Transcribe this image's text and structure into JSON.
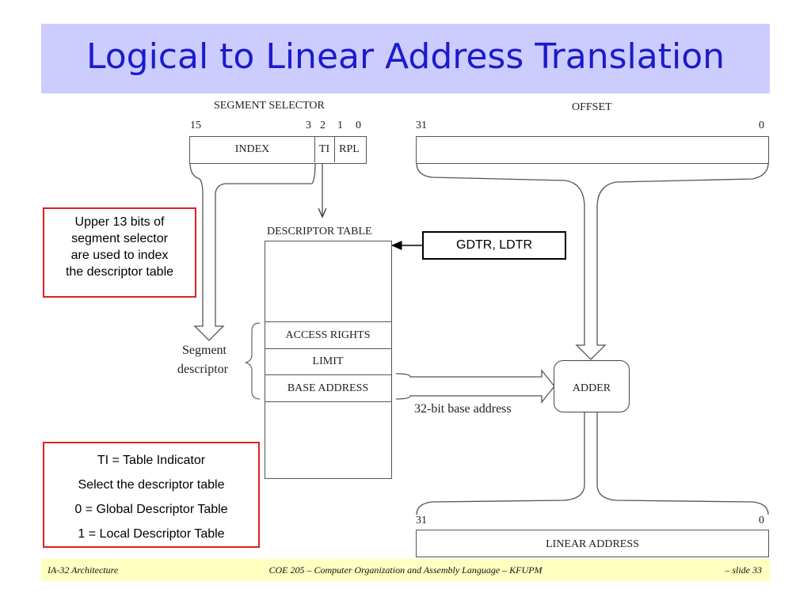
{
  "slide": {
    "title": "Logical to Linear Address Translation"
  },
  "selector": {
    "heading": "SEGMENT SELECTOR",
    "bit_15": "15",
    "bit_3": "3",
    "bit_2": "2",
    "bit_1": "1",
    "bit_0": "0",
    "index": "INDEX",
    "ti": "TI",
    "rpl": "RPL"
  },
  "offset": {
    "heading": "OFFSET",
    "bit_31": "31",
    "bit_0": "0"
  },
  "descriptor_table": {
    "heading": "DESCRIPTOR TABLE",
    "rows": [
      "ACCESS  RIGHTS",
      "LIMIT",
      "BASE ADDRESS"
    ],
    "segment_label_1": "Segment",
    "segment_label_2": "descriptor"
  },
  "register": {
    "label": "GDTR, LDTR"
  },
  "adder": {
    "label": "ADDER",
    "base_caption": "32-bit base address"
  },
  "linear": {
    "label": "LINEAR ADDRESS",
    "bit_31": "31",
    "bit_0": "0"
  },
  "notes": {
    "index_note": [
      "Upper 13 bits of",
      "segment selector",
      "are used to index",
      "the descriptor table"
    ],
    "ti_note": [
      "TI = Table Indicator",
      "Select the descriptor table",
      "0 = Global Descriptor Table",
      "1 = Local Descriptor Table"
    ]
  },
  "footer": {
    "left": "IA-32 Architecture",
    "center": "COE 205 – Computer Organization and Assembly Language – KFUPM",
    "right": "– slide 33"
  },
  "colors": {
    "title_band": "#ccccff",
    "title_text": "#1b1bcc",
    "footer_band": "#ffffc0",
    "note_border": "#e02020"
  }
}
